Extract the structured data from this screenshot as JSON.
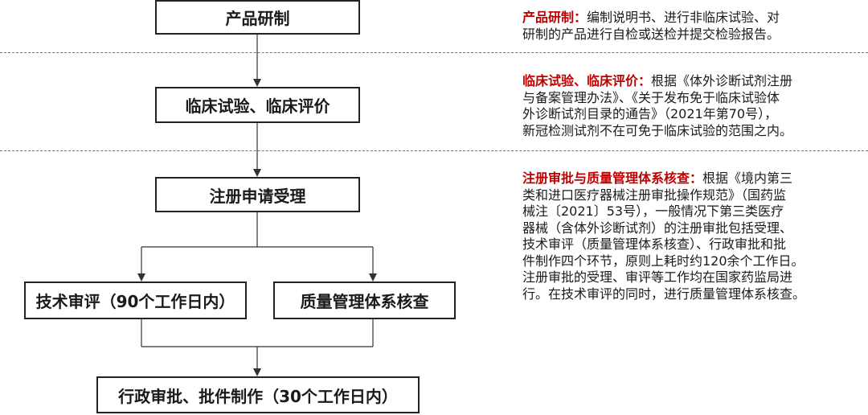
{
  "flow": {
    "step1": "产品研制",
    "step2": "临床试验、临床评价",
    "step3": "注册申请受理",
    "step4a": "技术审评（90个工作日内）",
    "step4b": "质量管理体系核查",
    "step5": "行政审批、批件制作（30个工作日内）"
  },
  "notes": [
    {
      "heading": "产品研制：",
      "lines": [
        "编制说明书、进行非临床试验、对",
        "研制的产品进行自检或送检并提交检验报告。"
      ]
    },
    {
      "heading": "临床试验、临床评价：",
      "lines": [
        "根据《体外诊断试剂注册",
        "与备案管理办法》、《关于发布免于临床试验体",
        "外诊断试剂目录的通告》（2021年第70号），",
        "新冠检测试剂不在可免于临床试验的范围之内。"
      ]
    },
    {
      "heading": "注册审批与质量管理体系核查：",
      "lines": [
        "根据《境内第三",
        "类和进口医疗器械注册审批操作规范》（国药监",
        "械注〔2021〕53号），一般情况下第三类医疗",
        "器械（含体外诊断试剂）的注册审批包括受理、",
        "技术审评（质量管理体系核查）、行政审批和批",
        "件制作四个环节，原则上耗时约120余个工作日。",
        "注册审批的受理、审评等工作均在国家药监局进",
        "行。在技术审评的同时，进行质量管理体系核查。"
      ]
    }
  ],
  "colors": {
    "heading": "#c00000",
    "divider": "#c0504d"
  }
}
